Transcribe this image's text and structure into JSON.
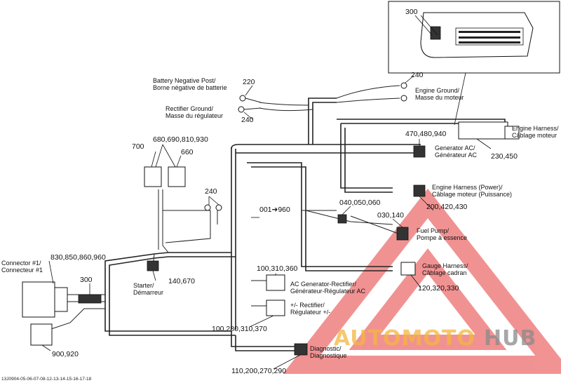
{
  "labels": {
    "battery_neg_en": "Battery Negative Post/",
    "battery_neg_fr": "Borne négative de batterie",
    "rect_ground_en": "Rectifier Ground/",
    "rect_ground_fr": "Masse du régulateur",
    "engine_ground_en": "Engine Ground/",
    "engine_ground_fr": "Masse du moteur",
    "engine_harness_en": "Engine Harness/",
    "engine_harness_fr": "Câblage moteur",
    "gen_ac_en": "Generator AC/",
    "gen_ac_fr": "Générateur AC",
    "harness_power_en": "Engine Harness (Power)/",
    "harness_power_fr": "Câblage moteur (Puissance)",
    "fuel_pump_en": "Fuel Pump/",
    "fuel_pump_fr": "Pompe à essence",
    "gauge_harness_en": "Gauge Harness/",
    "gauge_harness_fr": "Câblage cadran",
    "ac_gen_rect_en": "AC Generator-Rectifier/",
    "ac_gen_rect_fr": "Générateur-Régulateur AC",
    "rectifier_en": "+/- Rectifier/",
    "rectifier_fr": "Régulateur +/-",
    "diagnostic_en": "Diagnostic/",
    "diagnostic_fr": "Diagnostique",
    "starter_en": "Starter/",
    "starter_fr": "Démarreur",
    "connector_en": "Connector #1/",
    "connector_fr": "Connecteur #1"
  },
  "numbers": {
    "n300_inset": "300",
    "n240_top": "240",
    "n220": "220",
    "n240_rect": "240",
    "n470": "470,480,940",
    "n230": "230,450",
    "n700": "700",
    "n680": "680,690,810,930",
    "n660": "660",
    "n240_mid": "240",
    "n001": "001➔960",
    "n040": "040,050,060",
    "n030": "030,140",
    "n200": "200,420,430",
    "n830": "830,850,860,960",
    "n300": "300",
    "n140": "140,670",
    "n100a": "100,310,360",
    "n120": "120,320,330",
    "n100b": "100,280,310,370",
    "n900": "900,920",
    "n110": "110,200,270,290"
  },
  "footer_code": "13J0904-05-06-07-08-12-13-14-15-16-17-18",
  "watermark": {
    "part1": "AUTOMOTO",
    "part2": "HUB",
    "color1": "#f4b63f",
    "color2": "#8a8a8a",
    "triangle_color": "#e63a3a"
  }
}
